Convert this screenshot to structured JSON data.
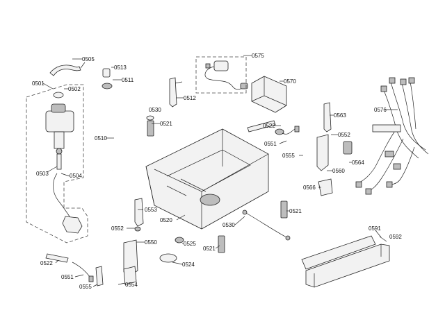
{
  "labels": {
    "p0505": "0505",
    "p0501": "0501",
    "p0502": "0502",
    "p0503": "0503",
    "p0504": "0504",
    "p0513": "0513",
    "p0511": "0511",
    "p0510": "0510",
    "p0512": "0512",
    "p0530a": "0530",
    "p0521a": "0521",
    "p0575": "0575",
    "p0570": "0570",
    "p0576": "0576",
    "p0563": "0563",
    "p0522a": "0522",
    "p0552a": "0552",
    "p0551a": "0551",
    "p0555a": "0555",
    "p0560": "0560",
    "p0564": "0564",
    "p0566": "0566",
    "p0521b": "0521",
    "p0553": "0553",
    "p0552b": "0552",
    "p0520": "0520",
    "p0530b": "0530",
    "p0550": "0550",
    "p0525": "0525",
    "p0521c": "0521",
    "p0524": "0524",
    "p0554": "0554",
    "p0522b": "0522",
    "p0551b": "0551",
    "p0555b": "0555",
    "p0591": "0591",
    "p0592": "0592"
  }
}
